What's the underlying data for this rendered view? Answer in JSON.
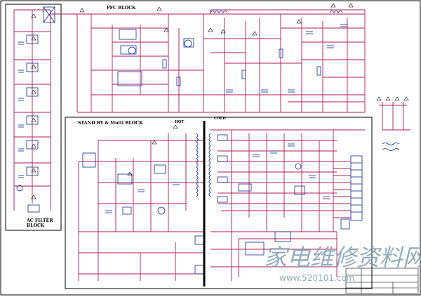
{
  "blocks": {
    "pfc_label": "PFC BLOCK",
    "standby_label": "STAND BY & Multi BLOCK",
    "ac_filter_label_1": "AC FILTER",
    "ac_filter_label_2": "BLOCK",
    "hot_label": "HOT",
    "cold_label": "COLD"
  },
  "watermark": {
    "cjk": "家电维修资料网",
    "url": "www.520101.com"
  },
  "colors": {
    "wire": "#b0185a",
    "component": "#0a2a9a",
    "frame": "#000000",
    "watermark": "#7f9fb4"
  }
}
